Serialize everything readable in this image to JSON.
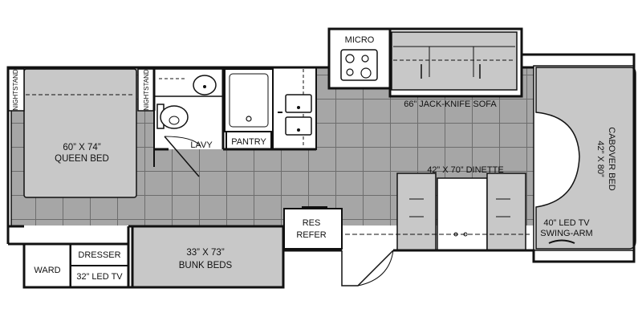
{
  "labels": {
    "micro": "MICRO",
    "nightstand": "NIGHTSTAND",
    "queen_bed": [
      "60” X 74”",
      "QUEEN BED"
    ],
    "lavy": "LAVY",
    "pantry": "PANTRY",
    "sofa": "66” JACK-KNIFE SOFA",
    "dinette": "42” X 70” DINETTE",
    "cabover": [
      "CABOVER BED",
      "42” X 80”"
    ],
    "res_refer": [
      "RES",
      "REFER"
    ],
    "led_tv_front": [
      "40” LED TV",
      "SWING-ARM"
    ],
    "bunk_beds": [
      "33” X 73”",
      "BUNK BEDS"
    ],
    "dresser": "DRESSER",
    "led_tv_rear": "32” LED TV",
    "ward": "WARD"
  },
  "colors": {
    "wall": "#111111",
    "floor_tile": "#a6a6a6",
    "bed": "#c8c8c8",
    "tile_line": "#6d6d6d",
    "white": "#ffffff"
  }
}
